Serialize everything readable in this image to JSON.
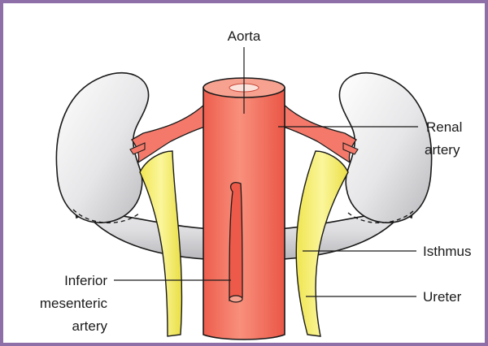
{
  "colors": {
    "border": "#8e6fa8",
    "kidney_fill": "#e7e7e9",
    "artery_fill": "#f26c5b",
    "artery_light": "#f7a290",
    "ureter_fill": "#f5ee6c"
  },
  "labels": {
    "aorta": "Aorta",
    "renal_line1": "Renal",
    "renal_line2": "artery",
    "isthmus": "Isthmus",
    "ureter": "Ureter",
    "ima_line1": "Inferior",
    "ima_line2": "mesenteric",
    "ima_line3": "artery"
  }
}
